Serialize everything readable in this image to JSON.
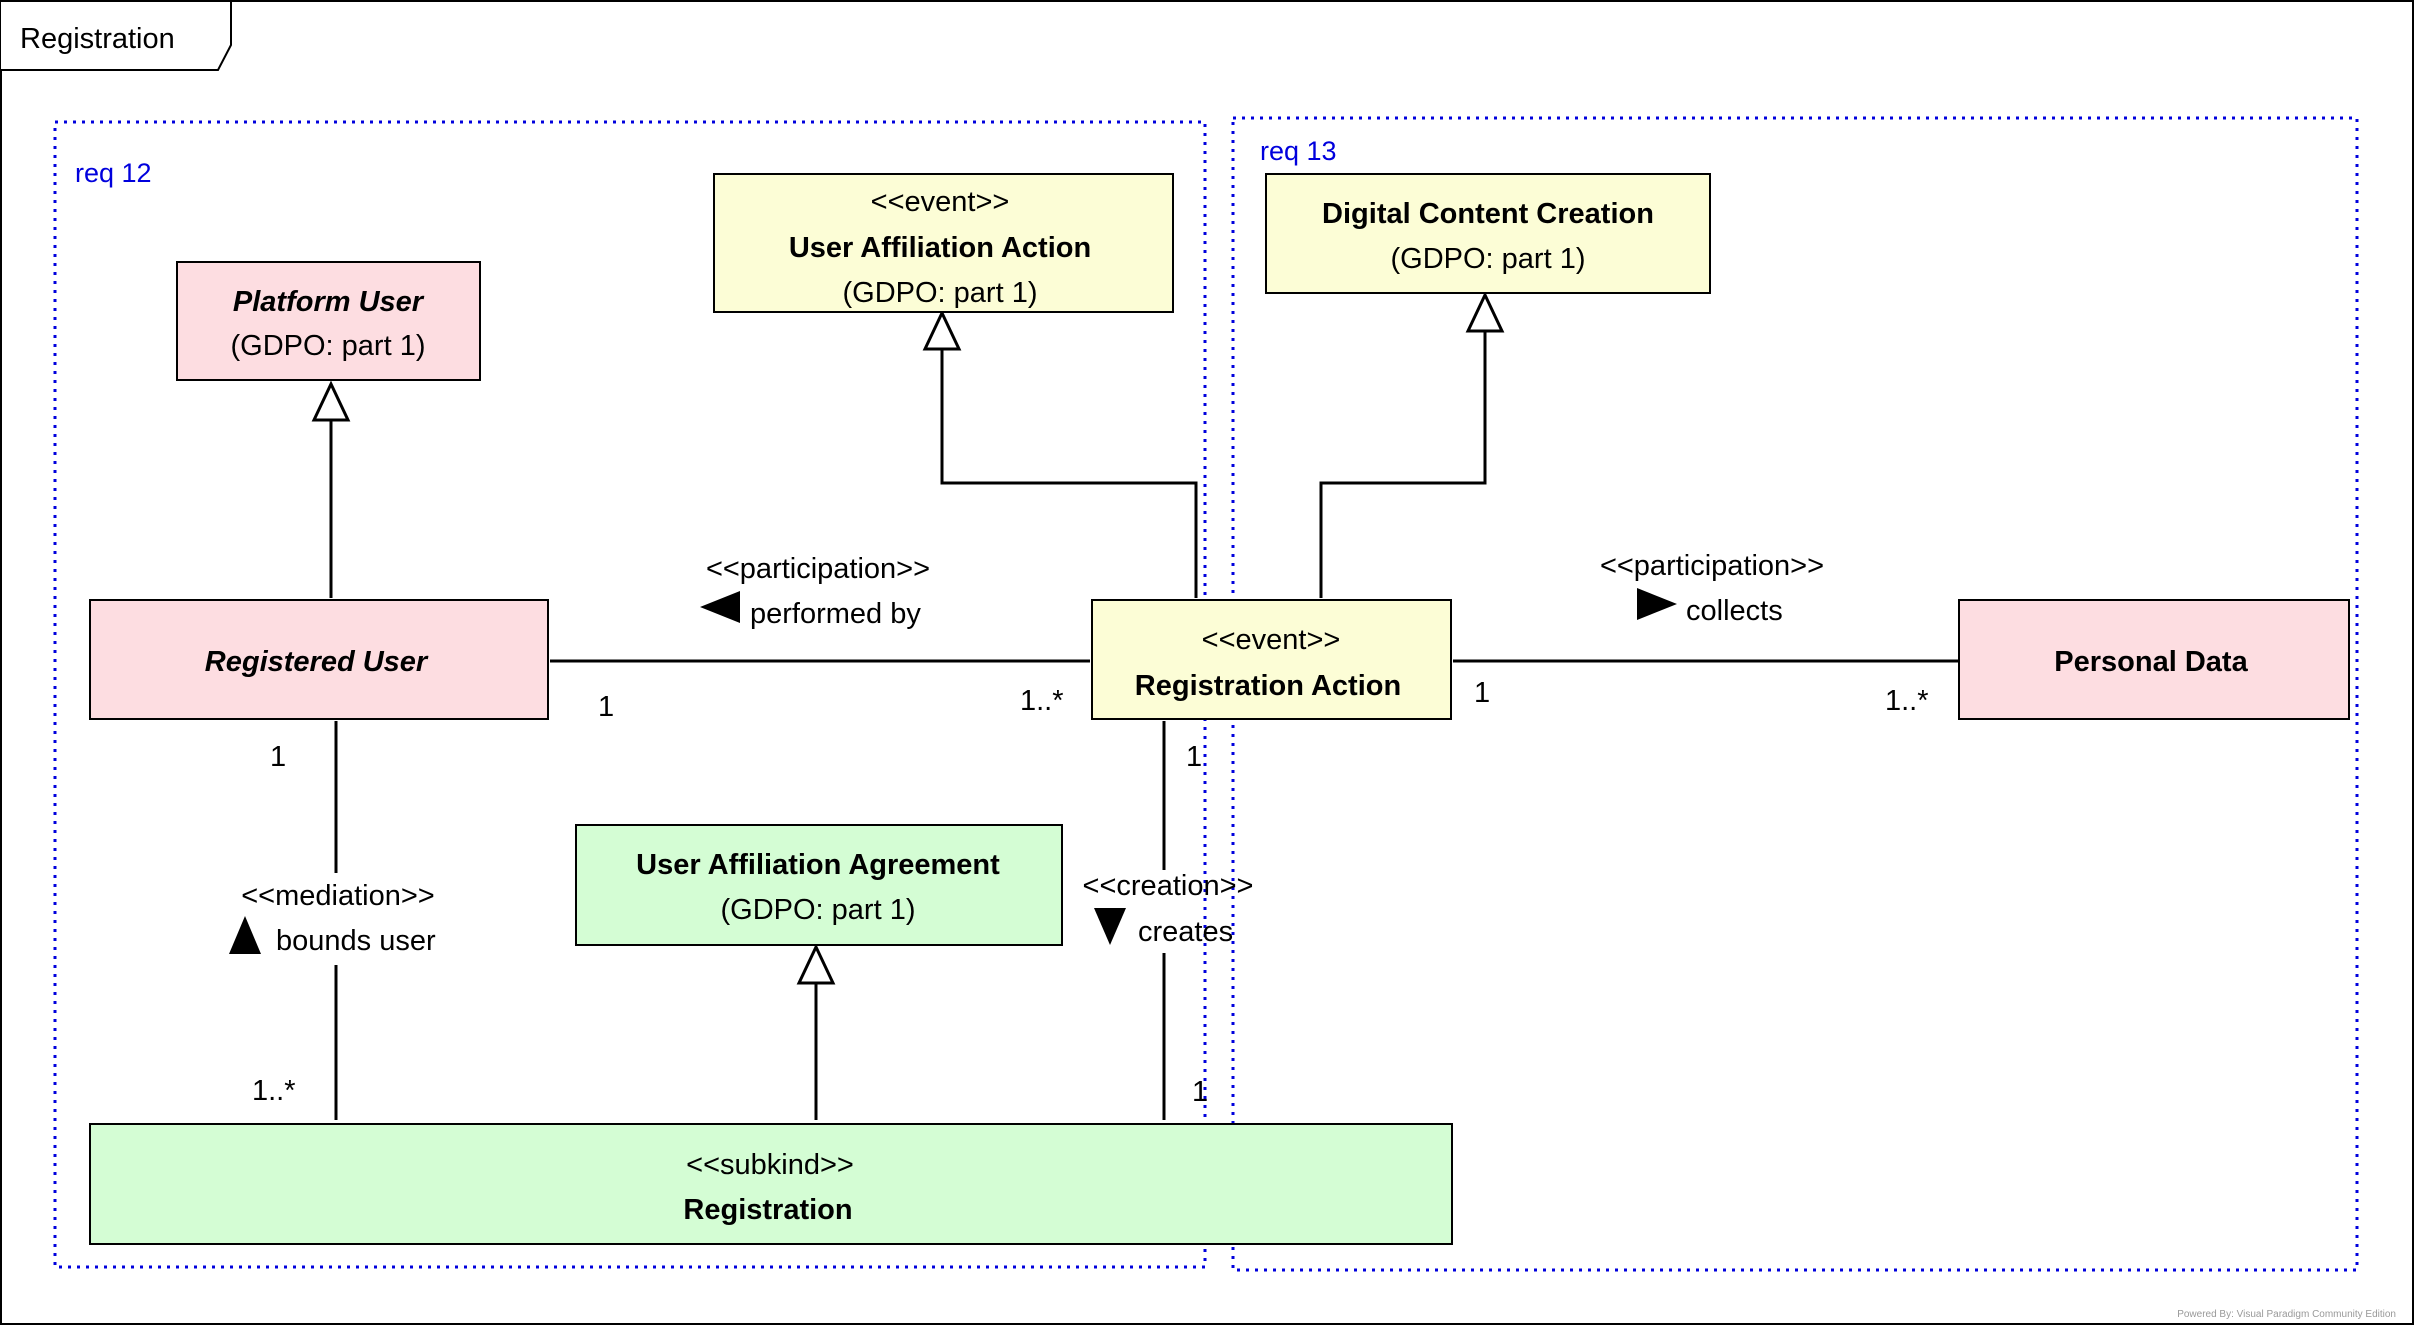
{
  "diagram": {
    "frame_title": "Registration",
    "regions": [
      {
        "id": "req12",
        "label": "req 12"
      },
      {
        "id": "req13",
        "label": "req 13"
      }
    ],
    "classes": {
      "platform_user": {
        "name": "Platform User",
        "source": "(GDPO: part 1)",
        "fill": "#fddde1"
      },
      "registered_user": {
        "name": "Registered User",
        "fill": "#fddde1"
      },
      "user_affiliation_action": {
        "stereotype": "<<event>>",
        "name": "User Affiliation Action",
        "source": "(GDPO: part 1)",
        "fill": "#fcfdd6"
      },
      "digital_content_creation": {
        "name": "Digital Content Creation",
        "source": "(GDPO: part 1)",
        "fill": "#fcfdd6"
      },
      "registration_action": {
        "stereotype": "<<event>>",
        "name": "Registration Action",
        "fill": "#fcfdd6"
      },
      "personal_data": {
        "name": "Personal Data",
        "fill": "#fddde1"
      },
      "user_affiliation_agreement": {
        "name": "User Affiliation Agreement",
        "source": "(GDPO: part 1)",
        "fill": "#d4fdd4"
      },
      "registration": {
        "stereotype": "<<subkind>>",
        "name": "Registration",
        "fill": "#d4fdd4"
      }
    },
    "associations": {
      "performed_by": {
        "stereotype": "<<participation>>",
        "name": "performed by",
        "mult_source": "1",
        "mult_target": "1..*"
      },
      "collects": {
        "stereotype": "<<participation>>",
        "name": "collects",
        "mult_source": "1",
        "mult_target": "1..*"
      },
      "bounds_user": {
        "stereotype": "<<mediation>>",
        "name": "bounds user",
        "mult_top": "1",
        "mult_bottom": "1..*"
      },
      "creates": {
        "stereotype": "<<creation>>",
        "name": "creates",
        "mult_top": "1",
        "mult_bottom": "1"
      }
    },
    "footer": "Powered By: Visual Paradigm Community Edition"
  }
}
